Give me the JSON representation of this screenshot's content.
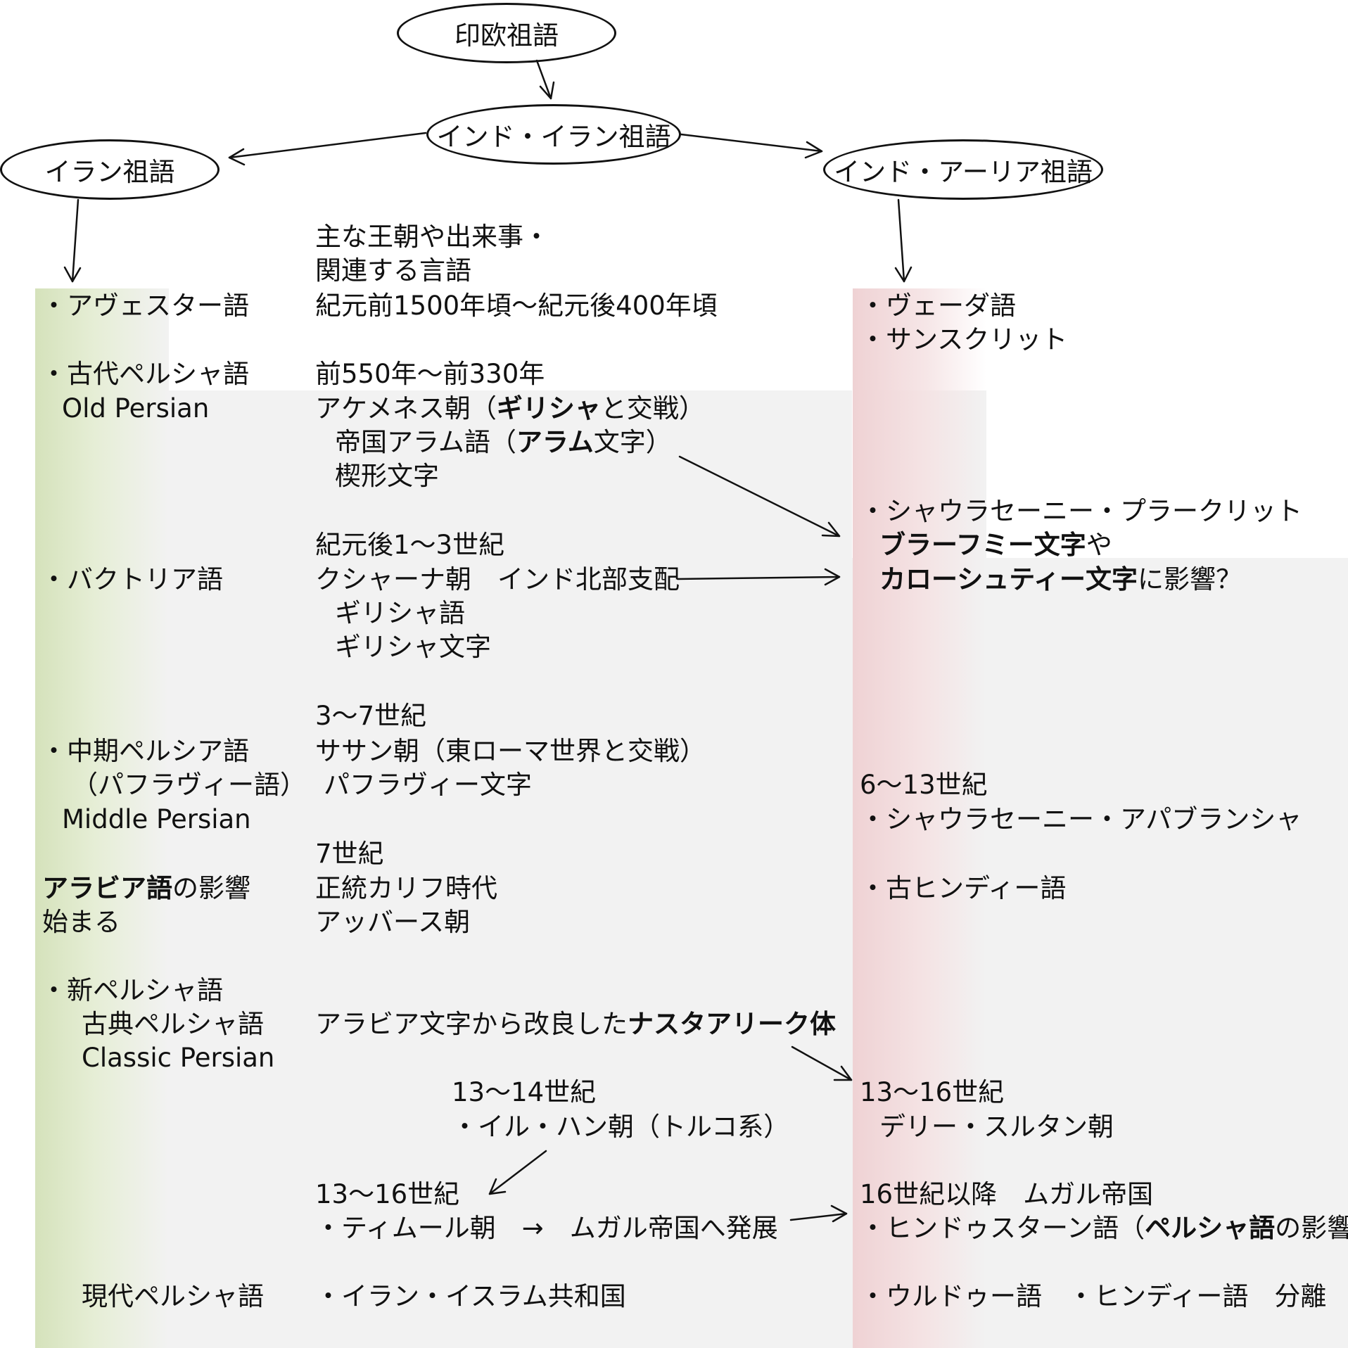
{
  "nodes": {
    "pie": "印欧祖語",
    "indo_iranian": "インド・イラン祖語",
    "iranian": "イラン祖語",
    "indo_aryan": "インド・アーリア祖語"
  },
  "left": {
    "avestan": "・アヴェスター語",
    "old_persian": "・古代ペルシャ語",
    "old_persian_en": "Old Persian",
    "bactrian": "・バクトリア語",
    "middle_persian": "・中期ペルシア語",
    "pahlavi": "（パフラヴィー語）",
    "middle_persian_en": "Middle Persian",
    "arabic_bold": "アラビア語",
    "arabic_rest": "の影響",
    "arabic_begins": "始まる",
    "new_persian": "・新ペルシャ語",
    "classical_persian": "古典ペルシャ語",
    "classical_persian_en": "Classic Persian",
    "modern_persian": "現代ペルシャ語"
  },
  "middle": {
    "header1": "主な王朝や出来事・",
    "header2": "関連する言語",
    "avestan_period": "紀元前1500年頃～紀元後400年頃",
    "achaemenid_period": "前550年～前330年",
    "achaemenid_pre": "アケメネス朝（",
    "achaemenid_bold": "ギリシャ",
    "achaemenid_post": "と交戦）",
    "aramaic_pre": "帝国アラム語（",
    "aramaic_bold": "アラム",
    "aramaic_post": "文字）",
    "cuneiform": "楔形文字",
    "kushan_period": "紀元後1～3世紀",
    "kushan": "クシャーナ朝　インド北部支配",
    "greek_lang": "ギリシャ語",
    "greek_script": "ギリシャ文字",
    "sasanian_period": "3～7世紀",
    "sasanian": "ササン朝（東ローマ世界と交戦）",
    "pahlavi_script": "パフラヴィー文字",
    "c7": "7世紀",
    "rashidun": "正統カリフ時代",
    "abbasid": "アッバース朝",
    "nastaliq_pre": "アラビア文字から改良した",
    "nastaliq_bold": "ナスタアリーク体",
    "ilkhan_period": "13～14世紀",
    "ilkhan": "・イル・ハン朝（トルコ系）",
    "timurid_period": "13～16世紀",
    "timurid": "・ティムール朝　→　ムガル帝国へ発展",
    "iran_republic": "・イラン・イスラム共和国"
  },
  "right": {
    "vedic": "・ヴェーダ語",
    "sanskrit": "・サンスクリット",
    "shauraseni_prakrit": "・シャウラセーニー・プラークリット",
    "brahmi_bold": "ブラーフミー文字",
    "brahmi_rest": "や",
    "kharosthi_bold": "カローシュティー文字",
    "kharosthi_rest": "に影響？",
    "c6_13": "6～13世紀",
    "apabhramsa": "・シャウラセーニー・アパブランシャ",
    "old_hindi": "・古ヒンディー語",
    "c13_16": "13～16世紀",
    "delhi": "デリー・スルタン朝",
    "mughal": "16世紀以降　ムガル帝国",
    "hindustani_pre": "・ヒンドゥスターン語（",
    "hindustani_bold": "ペルシャ語",
    "hindustani_post": "の影響）",
    "urdu_hindi": "・ウルドゥー語　・ヒンディー語　分離"
  },
  "colors": {
    "green_band": "#d8e4c0",
    "pink_band": "#f1d6d8",
    "gray_panel": "#f2f2f2",
    "line": "#111111"
  }
}
